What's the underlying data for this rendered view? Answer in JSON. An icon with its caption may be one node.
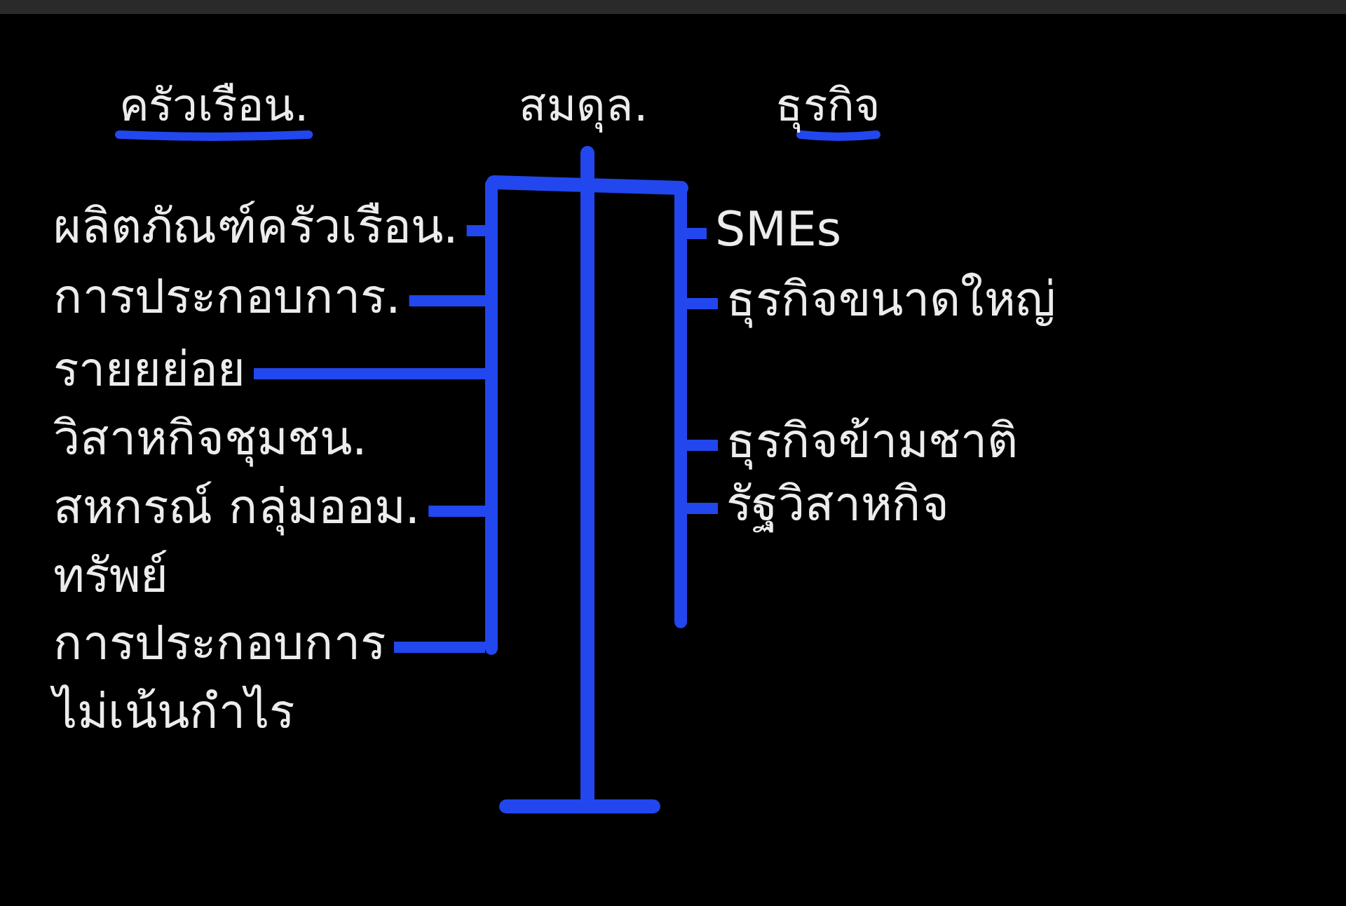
{
  "diagram": {
    "nodes": [
      {
        "text": [
          "ผลิตภัณฑ์ครัวเรือน."
        ]
      },
      {
        "text": [
          "การประกอบการ."
        ]
      },
      {
        "text": [
          "รายยย่อย"
        ]
      },
      {
        "text": [
          "สหกรณ์ กลุ่มออม. ทรัพย์"
        ]
      },
      {
        "text": [
          "การประกอบการ ไม่เน้นกำไร"
        ]
      },
      {
        "text": [],
        "shape": "bar"
      },
      {
        "text": [],
        "shape": "bar"
      },
      {
        "text": [
          "SMEs"
        ]
      },
      {
        "text": [
          "ธุรกิจขนาดใหญ่"
        ]
      },
      {
        "text": [
          "ธุรกิจข้ามชาติ"
        ]
      },
      {
        "text": [
          "รัฐวิสาหกิจ"
        ]
      }
    ],
    "edges": [
      {
        "from": 0,
        "to": 5,
        "arrow": "none"
      },
      {
        "from": 1,
        "to": 5,
        "arrow": "none"
      },
      {
        "from": 2,
        "to": 5,
        "arrow": "none"
      },
      {
        "from": 3,
        "to": 5,
        "arrow": "none"
      },
      {
        "from": 4,
        "to": 5,
        "arrow": "none"
      },
      {
        "from": 7,
        "to": 6,
        "arrow": "none"
      },
      {
        "from": 8,
        "to": 6,
        "arrow": "none"
      },
      {
        "from": 9,
        "to": 6,
        "arrow": "none"
      },
      {
        "from": 10,
        "to": 6,
        "arrow": "none"
      }
    ],
    "labels": [
      "ครัวเรือน.",
      "สมดุล.",
      "ธุรกิจ",
      "วิสาหกิจชุมชน."
    ]
  }
}
